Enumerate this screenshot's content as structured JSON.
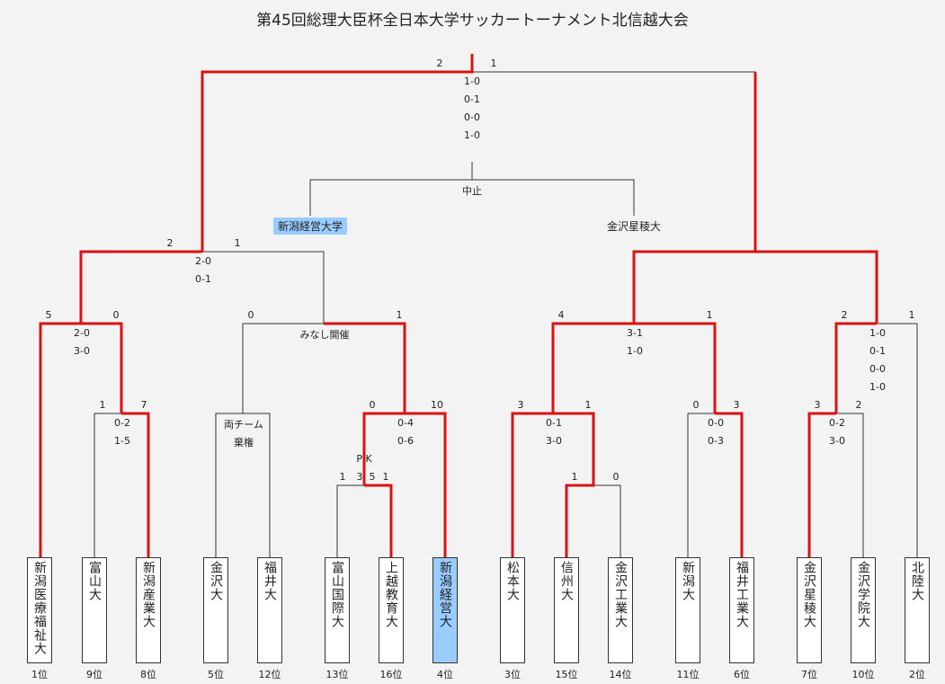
{
  "title": "第45回総理大臣杯全日本大学サッカートーナメント北信越大会",
  "colors": {
    "winner_line": "#dd1111",
    "line": "#333333",
    "highlight": "#99ccff"
  },
  "teams": [
    {
      "name": "新潟医療福祉大",
      "rank": "1位",
      "highlight": false
    },
    {
      "name": "富山大",
      "rank": "9位",
      "highlight": false
    },
    {
      "name": "新潟産業大",
      "rank": "8位",
      "highlight": false
    },
    {
      "name": "金沢大",
      "rank": "5位",
      "highlight": false
    },
    {
      "name": "福井大",
      "rank": "12位",
      "highlight": false
    },
    {
      "name": "富山国際大",
      "rank": "13位",
      "highlight": false
    },
    {
      "name": "上越教育大",
      "rank": "16位",
      "highlight": false
    },
    {
      "name": "新潟経営大",
      "rank": "4位",
      "highlight": true
    },
    {
      "name": "松本大",
      "rank": "3位",
      "highlight": false
    },
    {
      "name": "信州大",
      "rank": "15位",
      "highlight": false
    },
    {
      "name": "金沢工業大",
      "rank": "14位",
      "highlight": false
    },
    {
      "name": "新潟大",
      "rank": "11位",
      "highlight": false
    },
    {
      "name": "福井工業大",
      "rank": "6位",
      "highlight": false
    },
    {
      "name": "金沢星稜大",
      "rank": "7位",
      "highlight": false
    },
    {
      "name": "金沢学院大",
      "rank": "10位",
      "highlight": false
    },
    {
      "name": "北陸大",
      "rank": "2位",
      "highlight": false
    }
  ],
  "matches": {
    "r1_toyama_sangyo": {
      "left": "1",
      "right": "7",
      "periods": [
        "0-2",
        "1-5"
      ]
    },
    "r1_kanazawa_fukui": {
      "note": [
        "両チーム",
        "棄権"
      ]
    },
    "r1_toyamakokusai_joetsu": {
      "left": "1",
      "right": "1",
      "pk_label": "P K",
      "pk_left": "3",
      "pk_right": "5"
    },
    "r1_pk_vs_keiei": {
      "left": "0",
      "right": "10",
      "periods": [
        "0-4",
        "0-6"
      ]
    },
    "r1_shinshu_kit": {
      "left": "1",
      "right": "0"
    },
    "r1_matsumoto": {
      "left": "3",
      "right": "1",
      "periods": [
        "0-1",
        "3-0"
      ]
    },
    "r1_niigata_fit": {
      "left": "0",
      "right": "3",
      "periods": [
        "0-0",
        "0-3"
      ]
    },
    "r1_seiryo_gakuin": {
      "left": "3",
      "right": "2",
      "periods": [
        "0-2",
        "3-0"
      ]
    },
    "r2_iryo_sangyo": {
      "left": "5",
      "right": "0",
      "periods": [
        "2-0",
        "3-0"
      ]
    },
    "r2_kanazawa_keiei": {
      "left": "0",
      "right": "1",
      "note": "みなし開催"
    },
    "r2_matsumoto_fit": {
      "left": "4",
      "right": "1",
      "periods": [
        "3-1",
        "1-0"
      ]
    },
    "r2_seiryo_hokuriku": {
      "left": "2",
      "right": "1",
      "periods": [
        "1-0",
        "0-1",
        "0-0",
        "1-0"
      ]
    },
    "sf_left": {
      "left": "2",
      "right": "1",
      "periods": [
        "2-0",
        "0-1"
      ]
    },
    "final": {
      "left": "2",
      "right": "1",
      "periods": [
        "1-0",
        "0-1",
        "0-0",
        "1-0"
      ]
    },
    "third_place": {
      "status": "中止",
      "left_team": "新潟経営大学",
      "right_team": "金沢星稜大"
    }
  }
}
